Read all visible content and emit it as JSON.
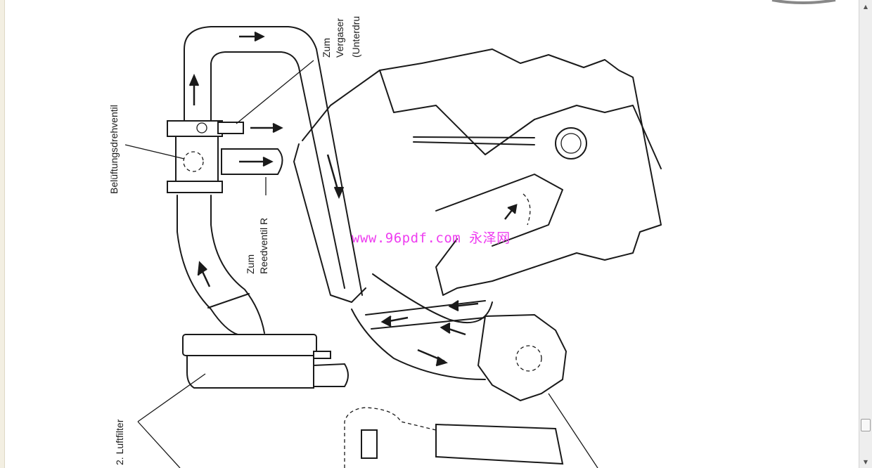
{
  "labels": {
    "ventil": "Belüftungsdrehventil",
    "vergaser_1": "Zum",
    "vergaser_2": "Vergaser",
    "vergaser_3": "(Unterdru",
    "reed_1": "Zum",
    "reed_2": "Reedventil R",
    "luftfilter": "2. Luftfilter"
  },
  "watermark": "www.96pdf.com 永泽网",
  "scrollbar": {
    "up_icon": "▲",
    "down_icon": "▼"
  }
}
